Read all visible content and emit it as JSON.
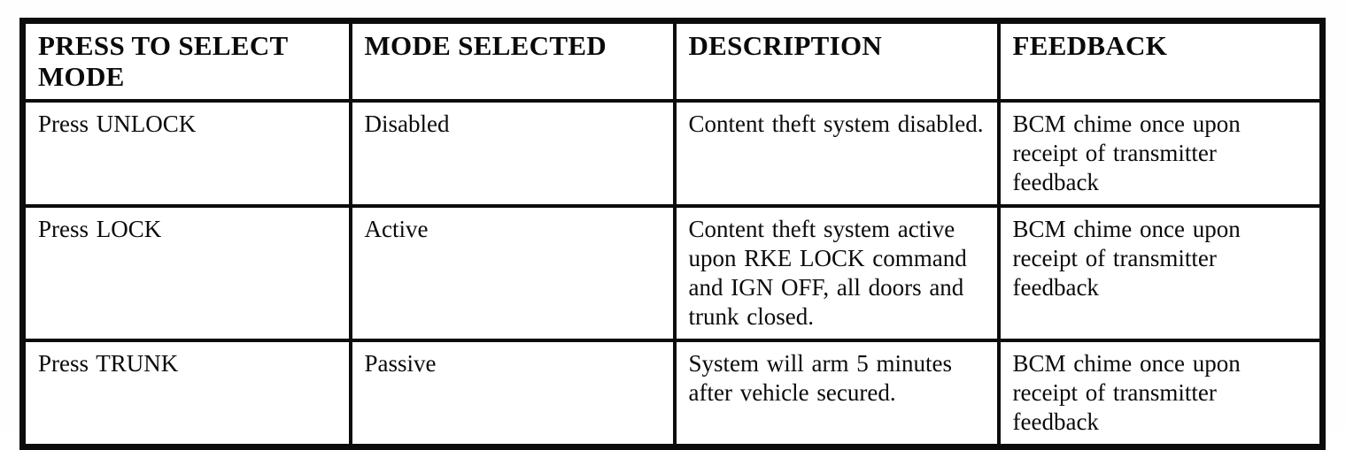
{
  "table": {
    "headers": {
      "press_to_select_mode": "PRESS TO SELECT MODE",
      "mode_selected": "MODE SELECTED",
      "description": "DESCRIPTION",
      "feedback": "FEEDBACK"
    },
    "rows": [
      {
        "press": "Press UNLOCK",
        "mode": "Disabled",
        "description": "Content theft system disabled.",
        "feedback": "BCM chime once upon receipt of transmitter feedback"
      },
      {
        "press": "Press LOCK",
        "mode": "Active",
        "description": "Content theft system active upon RKE LOCK command and IGN OFF, all doors and trunk closed.",
        "feedback": "BCM chime once upon receipt of transmitter feedback"
      },
      {
        "press": "Press TRUNK",
        "mode": "Passive",
        "description": "System will arm 5 minutes after vehicle secured.",
        "feedback": "BCM chime once upon receipt of transmitter feedback"
      }
    ]
  }
}
